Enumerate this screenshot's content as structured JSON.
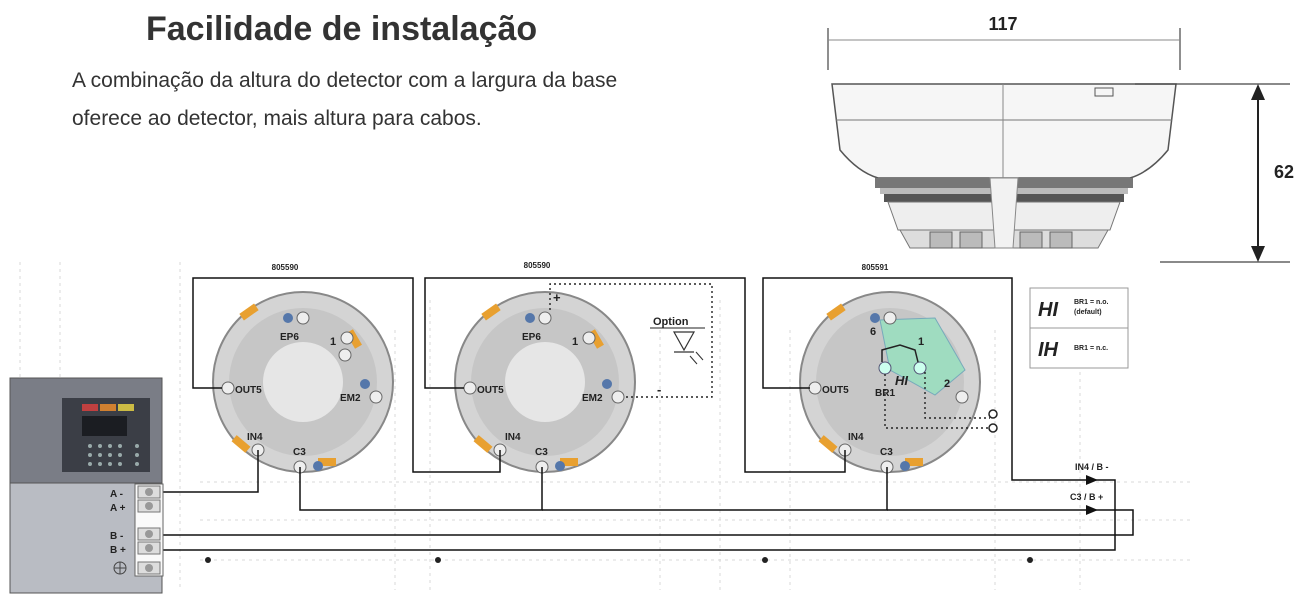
{
  "header": {
    "title": "Facilidade de instalação",
    "lines": [
      "A combinação da altura do detector com a largura da base",
      "oferece ao detector, mais altura para cabos."
    ]
  },
  "detector_drawing": {
    "width_label": "117",
    "height_label": "62"
  },
  "wiring_diagram": {
    "bases": [
      {
        "part_number": "805590",
        "terminals": {
          "ep": "EP6",
          "em": "EM2",
          "out": "OUT5",
          "in": "IN4",
          "c": "C3",
          "one": "1"
        }
      },
      {
        "part_number": "805590",
        "terminals": {
          "ep": "EP6",
          "em": "EM2",
          "out": "OUT5",
          "in": "IN4",
          "c": "C3",
          "one": "1"
        }
      },
      {
        "part_number": "805591",
        "terminals": {
          "six": "6",
          "one": "1",
          "two": "2",
          "out": "OUT5",
          "in": "IN4",
          "c": "C3",
          "br": "BR1",
          "hi": "HI"
        }
      }
    ],
    "option_label": "Option",
    "plus_sign": "+",
    "minus_sign": "-",
    "panel_terminals": [
      "A -",
      "A +",
      "B -",
      "B +"
    ],
    "legend": [
      {
        "symbol": "HI",
        "text": "BR1 = n.o.",
        "note": "(default)"
      },
      {
        "symbol": "IH",
        "text": "BR1 = n.c."
      }
    ],
    "line_labels": [
      "IN4 / B -",
      "C3 / B +"
    ]
  }
}
